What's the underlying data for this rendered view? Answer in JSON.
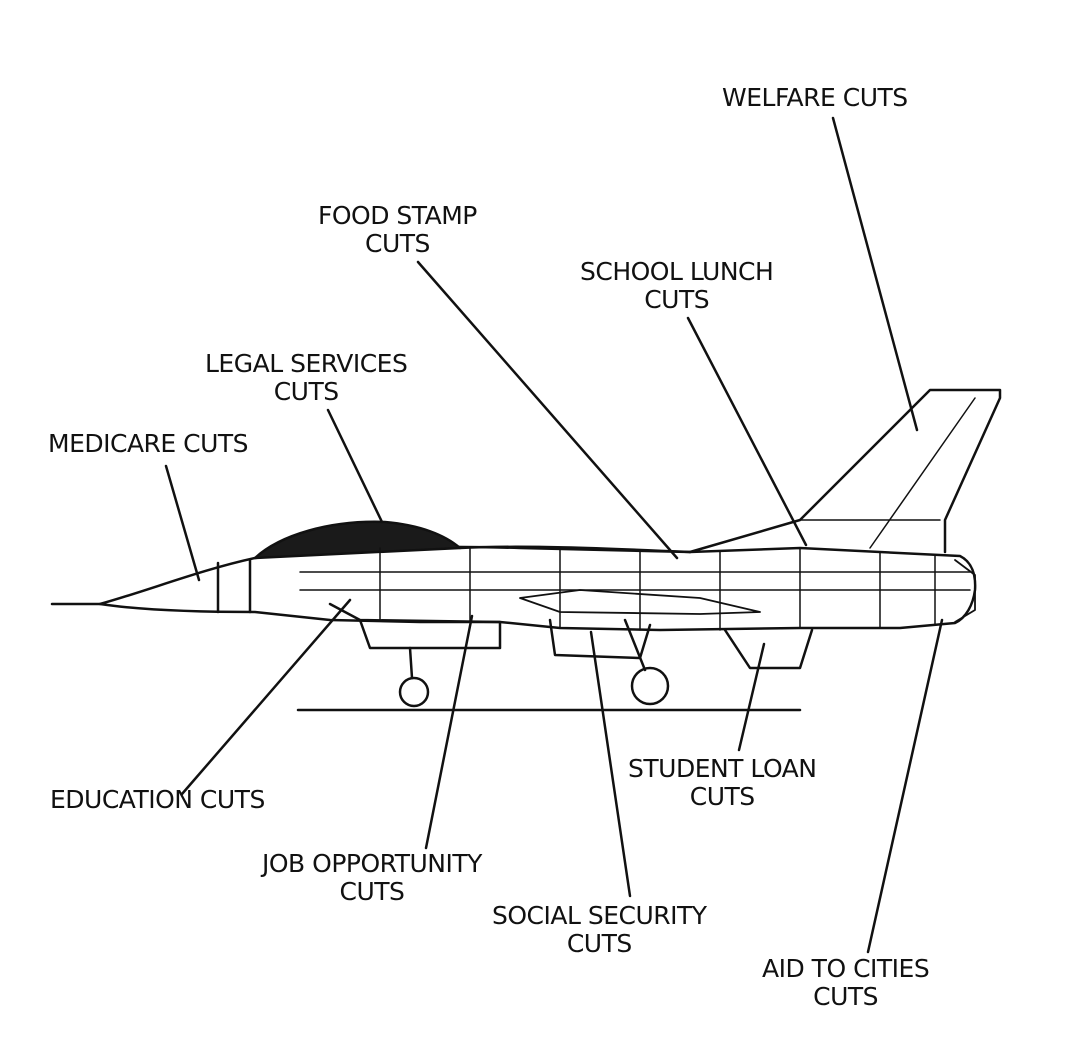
{
  "labels": {
    "welfare": "WELFARE CUTS",
    "food_stamp_line1": "FOOD STAMP",
    "food_stamp_line2": "CUTS",
    "school_lunch_line1": "SCHOOL LUNCH",
    "school_lunch_line2": "CUTS",
    "legal_services_line1": "LEGAL SERVICES",
    "legal_services_line2": "CUTS",
    "medicare": "MEDICARE CUTS",
    "education": "EDUCATION CUTS",
    "job_opportunity_line1": "JOB OPPORTUNITY",
    "job_opportunity_line2": "CUTS",
    "social_security_line1": "SOCIAL SECURITY",
    "social_security_line2": "CUTS",
    "student_loan_line1": "STUDENT LOAN",
    "student_loan_line2": "CUTS",
    "aid_to_cities_line1": "AID TO CITIES",
    "aid_to_cities_line2": "CUTS"
  },
  "colors": {
    "ink": "#111111",
    "paper": "#ffffff",
    "canopy": "#1a1a1a"
  }
}
